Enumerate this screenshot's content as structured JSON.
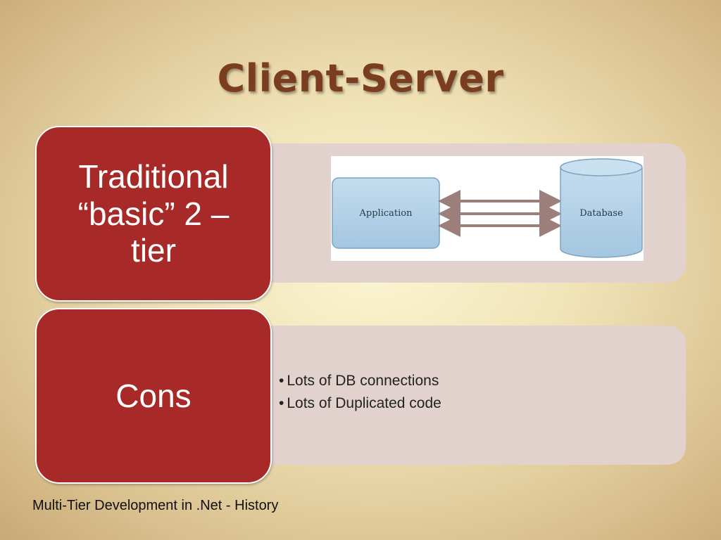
{
  "slide": {
    "title": "Client-Server",
    "footer": "Multi-Tier Development in .Net - History"
  },
  "row1": {
    "label_lines": [
      "Traditional",
      "“basic” 2 –",
      "tier"
    ],
    "diagram": {
      "application_label": "Application",
      "database_label": "Database"
    }
  },
  "row2": {
    "label": "Cons",
    "bullets": [
      "Lots of DB connections",
      "Lots of Duplicated code"
    ]
  },
  "colors": {
    "title": "#7a3d20",
    "label_box": "#a82a28",
    "content_box": "#e2d2ce",
    "node_fill": "#b4d1e6",
    "arrow": "#9c7f7a"
  }
}
